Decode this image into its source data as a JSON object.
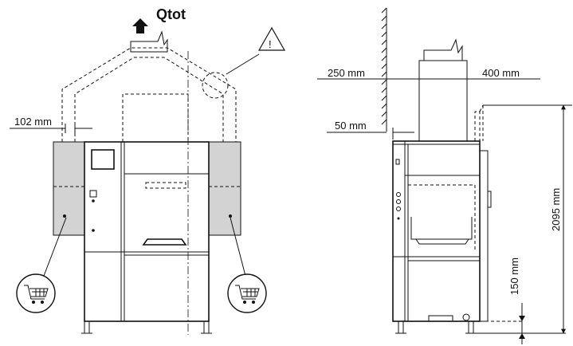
{
  "labels": {
    "airflow": "Qtot",
    "left_clearance": "102 mm",
    "wall_clearance_left": "250 mm",
    "wall_clearance_right": "400 mm",
    "wall_gap": "50 mm",
    "total_height": "2095 mm",
    "floor_height": "150 mm",
    "warning_symbol": "!"
  },
  "icons": {
    "airflow": "up-arrow-icon",
    "warning": "warning-triangle-icon",
    "accessory": "shopping-cart-icon"
  }
}
